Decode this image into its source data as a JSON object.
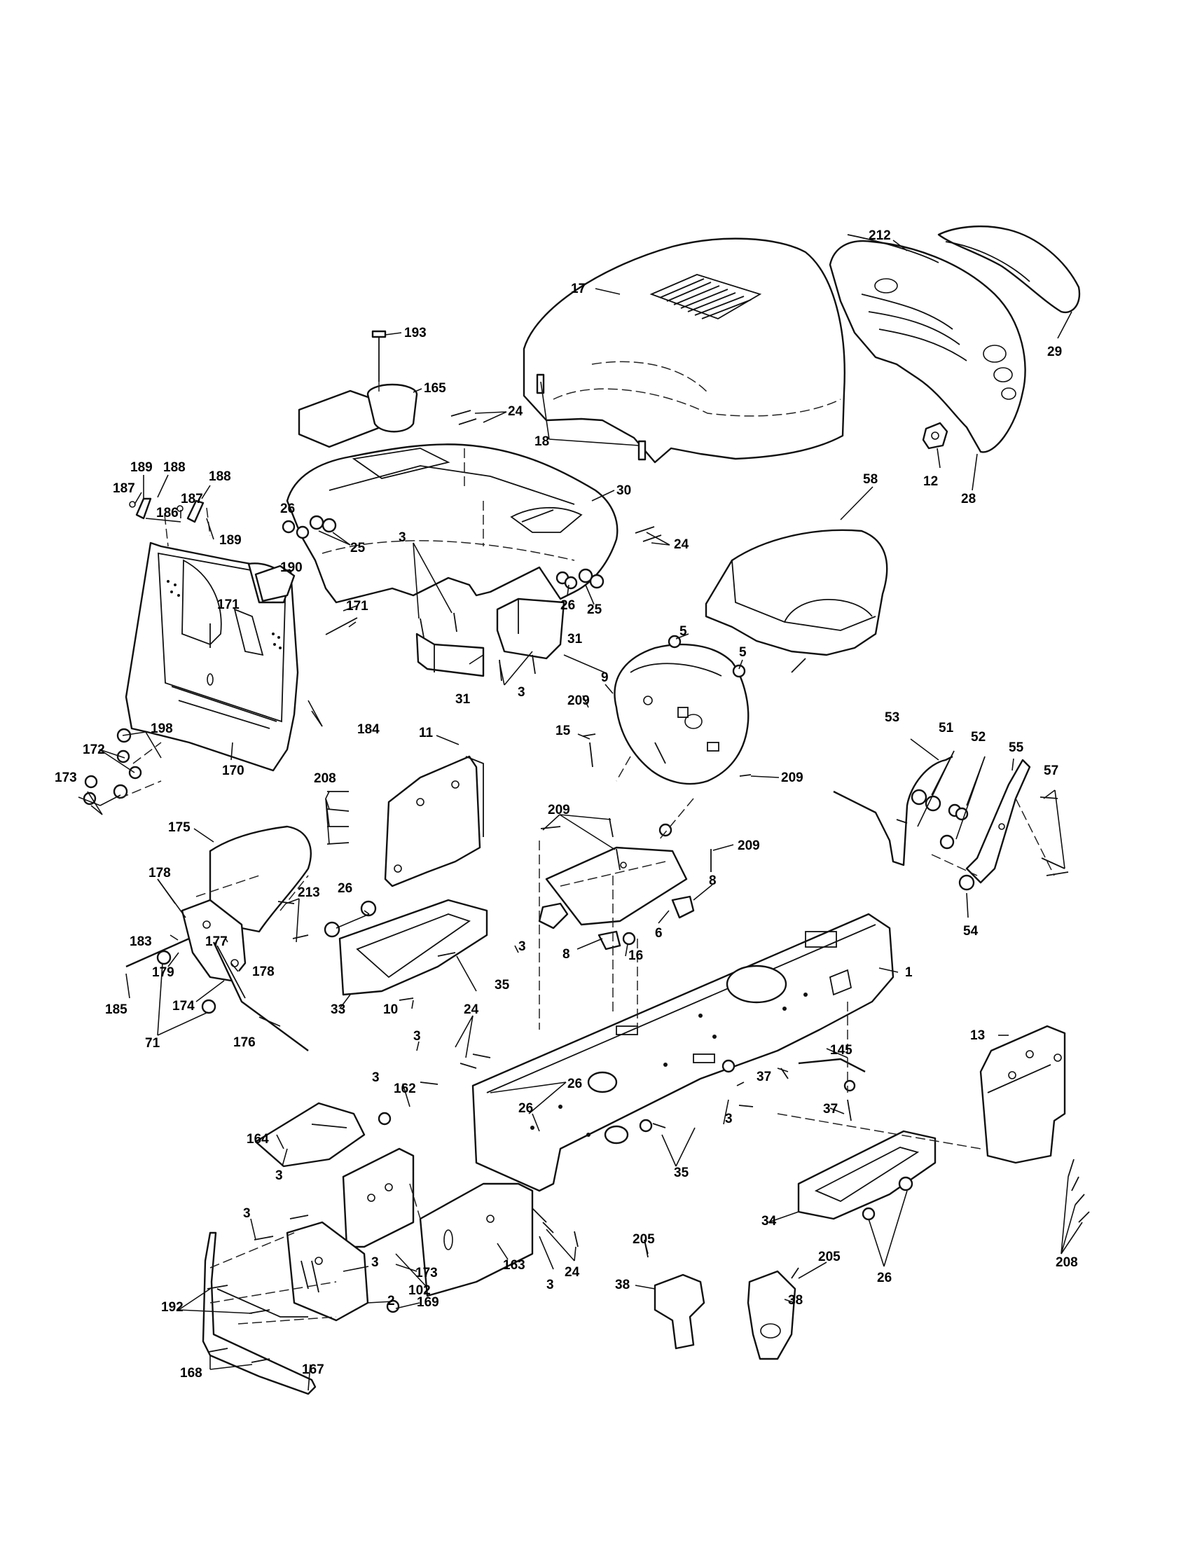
{
  "diagram": {
    "callouts": [
      {
        "id": "c17",
        "text": "17"
      },
      {
        "id": "c212",
        "text": "212"
      },
      {
        "id": "c29",
        "text": "29"
      },
      {
        "id": "c193",
        "text": "193"
      },
      {
        "id": "c165",
        "text": "165"
      },
      {
        "id": "c24a",
        "text": "24"
      },
      {
        "id": "c18",
        "text": "18"
      },
      {
        "id": "c12",
        "text": "12"
      },
      {
        "id": "c28",
        "text": "28"
      },
      {
        "id": "c189a",
        "text": "189"
      },
      {
        "id": "c188a",
        "text": "188"
      },
      {
        "id": "c187a",
        "text": "187"
      },
      {
        "id": "c188b",
        "text": "188"
      },
      {
        "id": "c187b",
        "text": "187"
      },
      {
        "id": "c186",
        "text": "186"
      },
      {
        "id": "c189b",
        "text": "189"
      },
      {
        "id": "c26a",
        "text": "26"
      },
      {
        "id": "c30",
        "text": "30"
      },
      {
        "id": "c58",
        "text": "58"
      },
      {
        "id": "c25a",
        "text": "25"
      },
      {
        "id": "c24b",
        "text": "24"
      },
      {
        "id": "c190",
        "text": "190"
      },
      {
        "id": "c3a",
        "text": "3"
      },
      {
        "id": "c171a",
        "text": "171"
      },
      {
        "id": "c171b",
        "text": "171"
      },
      {
        "id": "c26b",
        "text": "26"
      },
      {
        "id": "c25b",
        "text": "25"
      },
      {
        "id": "c5a",
        "text": "5"
      },
      {
        "id": "c5b",
        "text": "5"
      },
      {
        "id": "c31a",
        "text": "31"
      },
      {
        "id": "c53",
        "text": "53"
      },
      {
        "id": "c51",
        "text": "51"
      },
      {
        "id": "c52",
        "text": "52"
      },
      {
        "id": "c55",
        "text": "55"
      },
      {
        "id": "c57",
        "text": "57"
      },
      {
        "id": "c209a",
        "text": "209"
      },
      {
        "id": "c31b",
        "text": "31"
      },
      {
        "id": "c3b",
        "text": "3"
      },
      {
        "id": "c184",
        "text": "184"
      },
      {
        "id": "c9",
        "text": "9"
      },
      {
        "id": "c198",
        "text": "198"
      },
      {
        "id": "c15",
        "text": "15"
      },
      {
        "id": "c172",
        "text": "172"
      },
      {
        "id": "c11",
        "text": "11"
      },
      {
        "id": "c209b",
        "text": "209"
      },
      {
        "id": "c173a",
        "text": "173"
      },
      {
        "id": "c170",
        "text": "170"
      },
      {
        "id": "c208a",
        "text": "208"
      },
      {
        "id": "c209c",
        "text": "209"
      },
      {
        "id": "c209d",
        "text": "209"
      },
      {
        "id": "c175",
        "text": "175"
      },
      {
        "id": "c54",
        "text": "54"
      },
      {
        "id": "c178a",
        "text": "178"
      },
      {
        "id": "c8a",
        "text": "8"
      },
      {
        "id": "c26c",
        "text": "26"
      },
      {
        "id": "c213",
        "text": "213"
      },
      {
        "id": "c6",
        "text": "6"
      },
      {
        "id": "c183",
        "text": "183"
      },
      {
        "id": "c177",
        "text": "177"
      },
      {
        "id": "c3c",
        "text": "3"
      },
      {
        "id": "c8b",
        "text": "8"
      },
      {
        "id": "c16",
        "text": "16"
      },
      {
        "id": "c1",
        "text": "1"
      },
      {
        "id": "c179",
        "text": "179"
      },
      {
        "id": "c178b",
        "text": "178"
      },
      {
        "id": "c35a",
        "text": "35"
      },
      {
        "id": "c185",
        "text": "185"
      },
      {
        "id": "c174",
        "text": "174"
      },
      {
        "id": "c33",
        "text": "33"
      },
      {
        "id": "c10",
        "text": "10"
      },
      {
        "id": "c24c",
        "text": "24"
      },
      {
        "id": "c71",
        "text": "71"
      },
      {
        "id": "c176",
        "text": "176"
      },
      {
        "id": "c13",
        "text": "13"
      },
      {
        "id": "c3d",
        "text": "3"
      },
      {
        "id": "c145",
        "text": "145"
      },
      {
        "id": "c37a",
        "text": "37"
      },
      {
        "id": "c3e",
        "text": "3"
      },
      {
        "id": "c26d",
        "text": "26"
      },
      {
        "id": "c162",
        "text": "162"
      },
      {
        "id": "c26e",
        "text": "26"
      },
      {
        "id": "c37b",
        "text": "37"
      },
      {
        "id": "c3f",
        "text": "3"
      },
      {
        "id": "c164",
        "text": "164"
      },
      {
        "id": "c35b",
        "text": "35"
      },
      {
        "id": "c3g",
        "text": "3"
      },
      {
        "id": "c34",
        "text": "34"
      },
      {
        "id": "c208b",
        "text": "208"
      },
      {
        "id": "c205a",
        "text": "205"
      },
      {
        "id": "c3h",
        "text": "3"
      },
      {
        "id": "c26f",
        "text": "26"
      },
      {
        "id": "c205b",
        "text": "205"
      },
      {
        "id": "c38a",
        "text": "38"
      },
      {
        "id": "c3i",
        "text": "3"
      },
      {
        "id": "c173b",
        "text": "173"
      },
      {
        "id": "c163",
        "text": "163"
      },
      {
        "id": "c24d",
        "text": "24"
      },
      {
        "id": "c102",
        "text": "102"
      },
      {
        "id": "c3j",
        "text": "3"
      },
      {
        "id": "c38b",
        "text": "38"
      },
      {
        "id": "c192",
        "text": "192"
      },
      {
        "id": "c2",
        "text": "2"
      },
      {
        "id": "c169",
        "text": "169"
      },
      {
        "id": "c168",
        "text": "168"
      },
      {
        "id": "c167",
        "text": "167"
      }
    ]
  }
}
